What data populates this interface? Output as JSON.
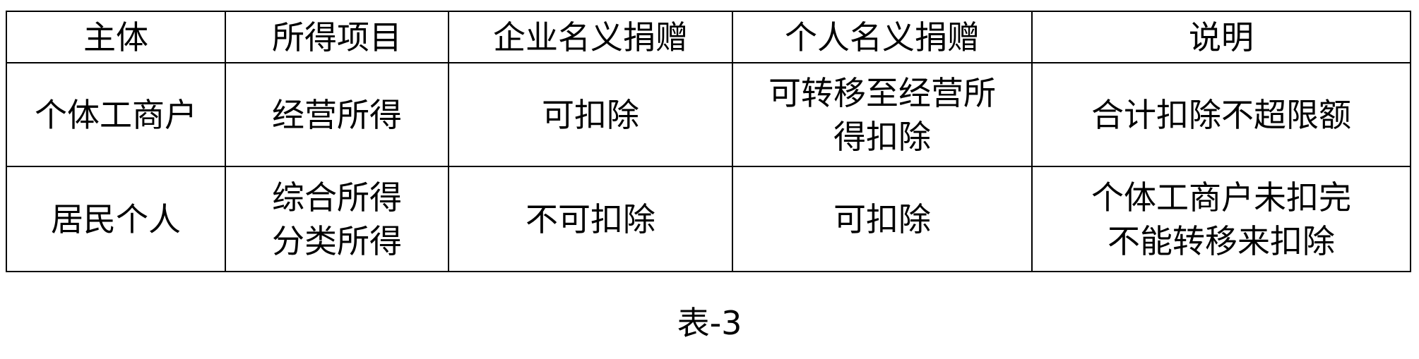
{
  "table": {
    "headers": [
      "主体",
      "所得项目",
      "企业名义捐赠",
      "个人名义捐赠",
      "说明"
    ],
    "rows": [
      {
        "subject": [
          "个体工商户"
        ],
        "income_item": [
          "经营所得"
        ],
        "enterprise_donation": [
          "可扣除"
        ],
        "personal_donation": [
          "可转移至经营所",
          "得扣除"
        ],
        "note": [
          "合计扣除不超限额"
        ]
      },
      {
        "subject": [
          "居民个人"
        ],
        "income_item": [
          "综合所得",
          "分类所得"
        ],
        "enterprise_donation": [
          "不可扣除"
        ],
        "personal_donation": [
          "可扣除"
        ],
        "note": [
          "个体工商户未扣完",
          "不能转移来扣除"
        ]
      }
    ]
  },
  "caption": "表-3"
}
